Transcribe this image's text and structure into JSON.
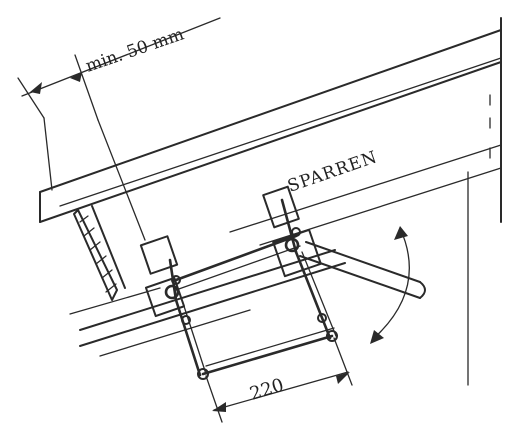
{
  "labels": {
    "min_overlap": "min. 50 mm",
    "rafter": "SPARREN",
    "spacing": "220"
  }
}
